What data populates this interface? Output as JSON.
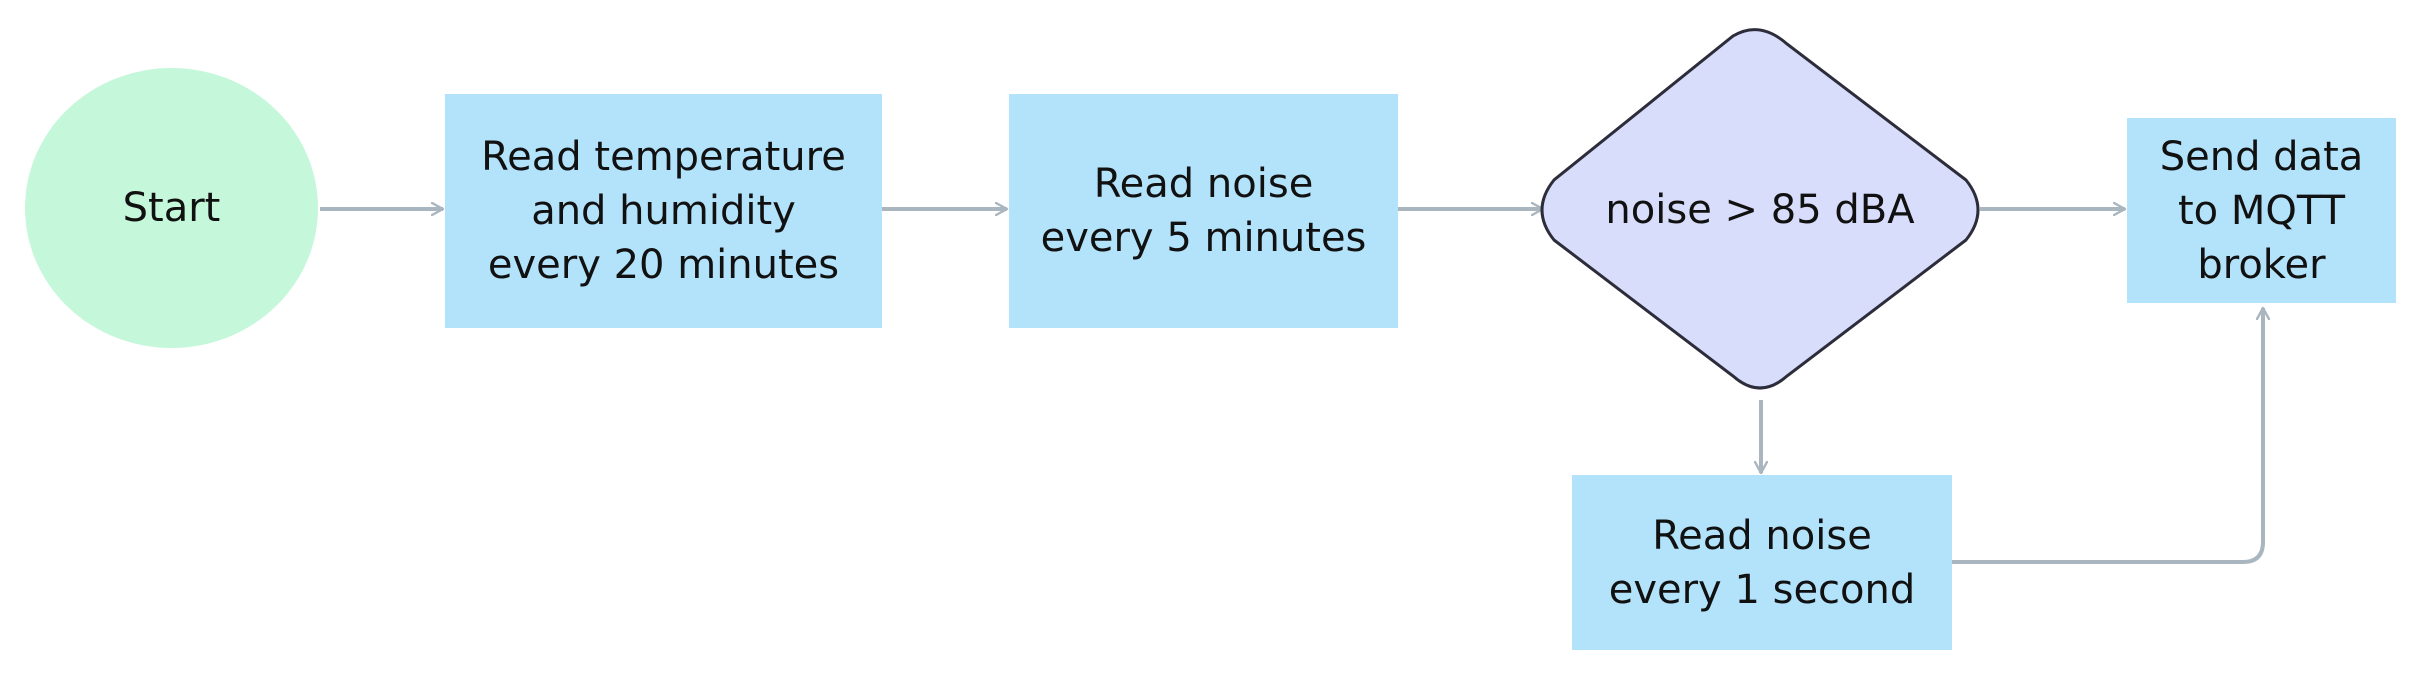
{
  "nodes": {
    "start": {
      "label": "Start"
    },
    "read_temp_humidity": {
      "label": "Read temperature\nand humidity\nevery 20 minutes"
    },
    "read_noise_5min": {
      "label": "Read noise\nevery 5 minutes"
    },
    "decision_noise": {
      "label": "noise > 85 dBA"
    },
    "send_mqtt": {
      "label": "Send data\nto MQTT\nbroker"
    },
    "read_noise_1s": {
      "label": "Read noise\nevery 1 second"
    }
  },
  "edges": [
    {
      "from": "start",
      "to": "read_temp_humidity"
    },
    {
      "from": "read_temp_humidity",
      "to": "read_noise_5min"
    },
    {
      "from": "read_noise_5min",
      "to": "decision_noise"
    },
    {
      "from": "decision_noise",
      "to": "send_mqtt"
    },
    {
      "from": "decision_noise",
      "to": "read_noise_1s"
    },
    {
      "from": "read_noise_1s",
      "to": "send_mqtt"
    }
  ],
  "colors": {
    "start_fill": "#c5f7da",
    "box_fill": "#b3e3fb",
    "decision_fill": "#d8ddfb",
    "decision_stroke": "#2c2c3a",
    "connector": "#aab6bf",
    "text": "#111111"
  }
}
